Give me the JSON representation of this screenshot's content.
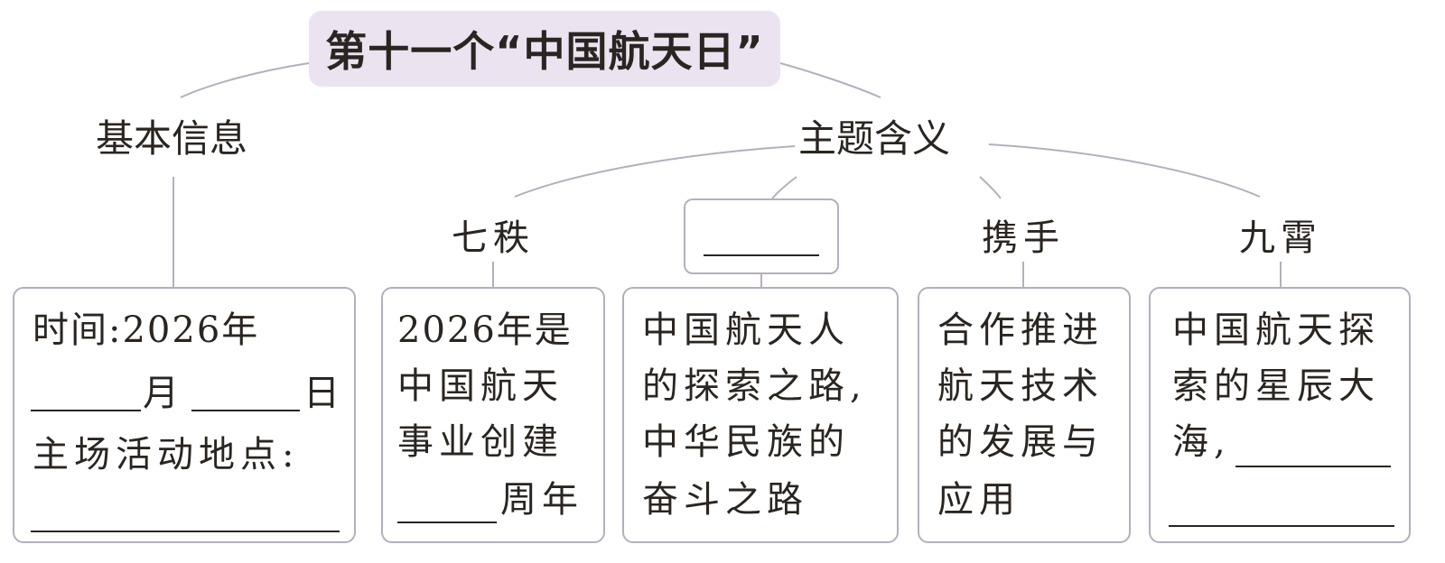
{
  "title": "第十一个“中国航天日”",
  "branches": {
    "basic": "基本信息",
    "theme": "主题含义"
  },
  "sub_nodes": {
    "qizhi": "七秩",
    "xieshou": "携手",
    "jiuxiao": "九霄"
  },
  "boxes": {
    "basic": {
      "line1_prefix": "时间:",
      "line1_year": "2026年",
      "month_label": "月",
      "day_label": "日",
      "location_label": "主场活动地点:"
    },
    "qizhi": {
      "line1": "2026年是",
      "line2": "中国航天",
      "line3": "事业创建",
      "line4_suffix": "周年"
    },
    "blank_theme": {
      "line1": "中国航天人",
      "line2": "的探索之路,",
      "line3": "中华民族的",
      "line4": "奋斗之路"
    },
    "xieshou": {
      "line1": "合作推进",
      "line2": "航天技术",
      "line3": "的发展与",
      "line4": "应用"
    },
    "jiuxiao": {
      "line1": "中国航天探",
      "line2": "索的星辰大",
      "line3_prefix": "海,"
    }
  },
  "colors": {
    "title_bg": "#ece3f1",
    "connector": "#b6aebd",
    "text": "#2a2520"
  }
}
